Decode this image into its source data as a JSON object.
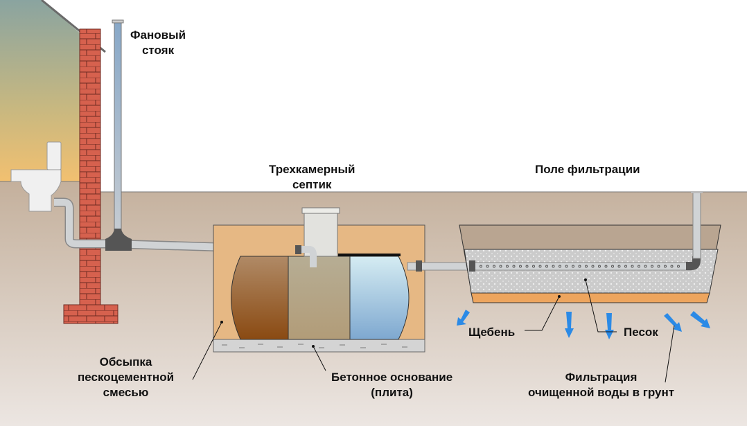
{
  "labels": {
    "vent_stack": [
      "Фановый",
      "стояк"
    ],
    "septic": [
      "Трехкамерный",
      "септик"
    ],
    "filter_field": "Поле фильтрации",
    "backfill": [
      "Обсыпка",
      "пескоцементной",
      "смесью"
    ],
    "concrete_base": [
      "Бетонное основание",
      "(плита)"
    ],
    "gravel": "Щебень",
    "sand": "Песок",
    "filtration": [
      "Фильтрация",
      "очищенной воды в грунт"
    ]
  },
  "colors": {
    "soil": "#c8b6a4",
    "backfill": "#e6b884",
    "gravel": "#cfcfcf",
    "sand": "#eda55e",
    "brick": "#d6614e",
    "pipe": "#cfd2d4",
    "arrow": "#2b8ae6",
    "chamber1": "#8a4a18",
    "chamber2": "#b9a98a",
    "chamber3": "#8fb8d8"
  }
}
